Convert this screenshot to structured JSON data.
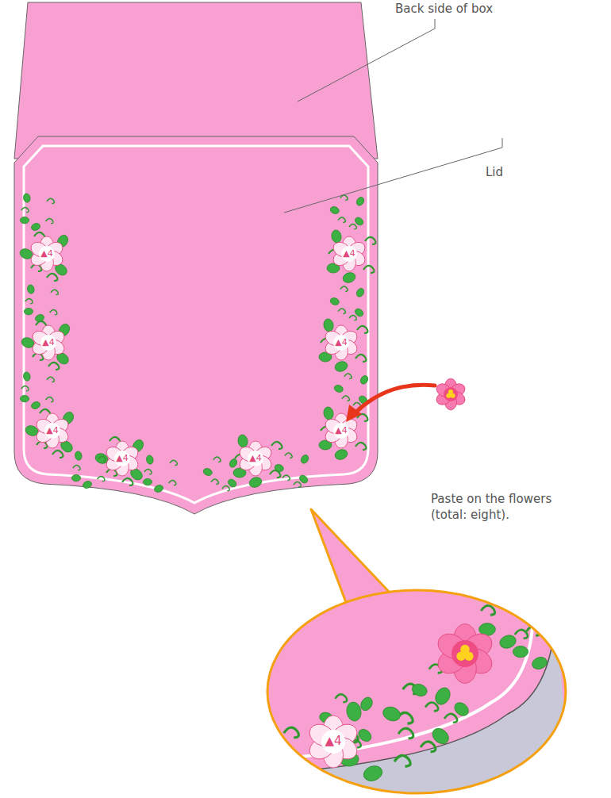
{
  "diagram": {
    "labels": [
      "Back side of box",
      "Lid",
      "▲4",
      "▲4",
      "▲4",
      "▲4",
      "▲4",
      "▲4",
      "▲4",
      "▲4",
      "▲4",
      "Paste on the flowers (total: eight)."
    ]
  }
}
